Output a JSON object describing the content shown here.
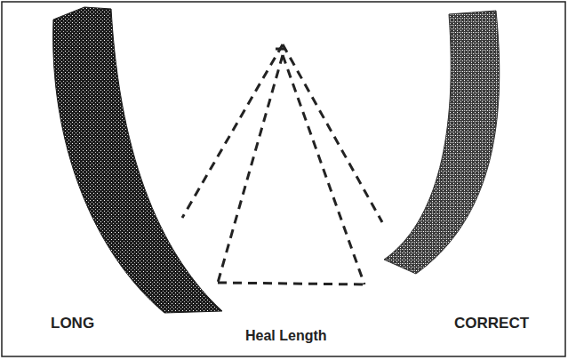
{
  "diagram": {
    "labels": [
      "LONG",
      "Heal Length",
      "CORRECT"
    ]
  }
}
